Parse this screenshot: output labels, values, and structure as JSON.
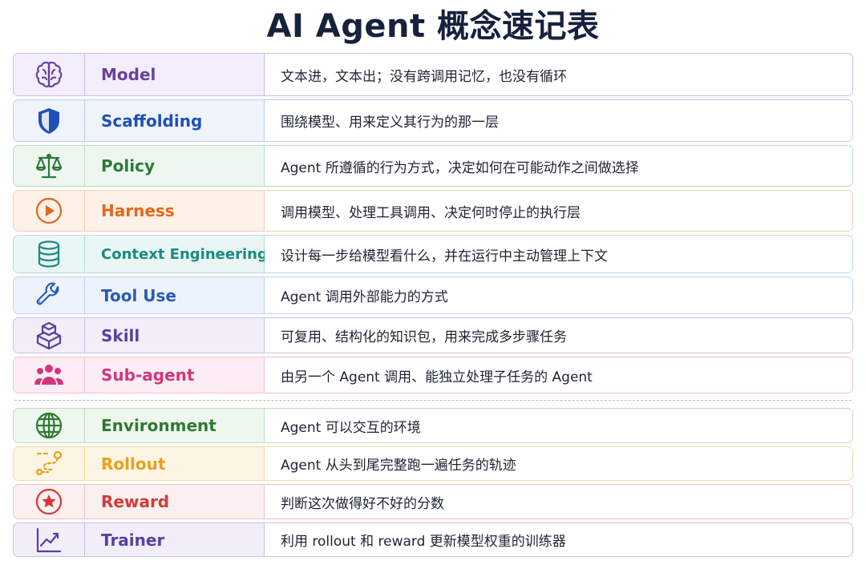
{
  "title": "AI Agent 概念速记表",
  "rows": [
    {
      "term": "Model",
      "desc": "文本进，文本出；没有跨调用记忆，也没有循环",
      "icon": "brain-icon",
      "color": "#6b3fa0"
    },
    {
      "term": "Scaffolding",
      "desc": "围绕模型、用来定义其行为的那一层",
      "icon": "shield-icon",
      "color": "#1f4fb8"
    },
    {
      "term": "Policy",
      "desc": "Agent 所遵循的行为方式，决定如何在可能动作之间做选择",
      "icon": "scales-icon",
      "color": "#2c7a3b"
    },
    {
      "term": "Harness",
      "desc": "调用模型、处理工具调用、决定何时停止的执行层",
      "icon": "play-icon",
      "color": "#e4661b"
    },
    {
      "term": "Context Engineering",
      "desc": "设计每一步给模型看什么，并在运行中主动管理上下文",
      "icon": "database-icon",
      "color": "#1a8a80"
    },
    {
      "term": "Tool Use",
      "desc": "Agent 调用外部能力的方式",
      "icon": "wrench-icon",
      "color": "#2a5bb5"
    },
    {
      "term": "Skill",
      "desc": "可复用、结构化的知识包，用来完成多步骤任务",
      "icon": "boxes-icon",
      "color": "#5b3f9e"
    },
    {
      "term": "Sub-agent",
      "desc": "由另一个 Agent 调用、能独立处理子任务的 Agent",
      "icon": "people-icon",
      "color": "#d2367a"
    },
    {
      "term": "Environment",
      "desc": "Agent 可以交互的环境",
      "icon": "globe-icon",
      "color": "#2e7a33"
    },
    {
      "term": "Rollout",
      "desc": "Agent 从头到尾完整跑一遍任务的轨迹",
      "icon": "route-icon",
      "color": "#e7a21c"
    },
    {
      "term": "Reward",
      "desc": "判断这次做得好不好的分数",
      "icon": "star-badge-icon",
      "color": "#d23a3a"
    },
    {
      "term": "Trainer",
      "desc": "利用 rollout 和 reward 更新模型权重的训练器",
      "icon": "chart-up-icon",
      "color": "#5b3f9e"
    }
  ]
}
